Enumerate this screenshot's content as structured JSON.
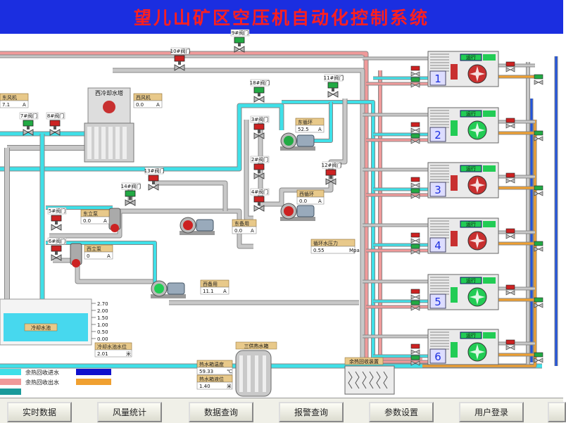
{
  "title": "望儿山矿区空压机自动化控制系统",
  "colors": {
    "cold_pipe": "#3fe0e8",
    "hot_pipe": "#f09a9a",
    "grey_pipe": "#c8c8c8",
    "blue_pipe": "#2255dd",
    "orange_pipe": "#f0a030",
    "valve_red": "#cc2222",
    "valve_green": "#22aa44",
    "fan_red": "#c83030",
    "fan_green": "#22cc55"
  },
  "valves": [
    {
      "label": "9#阀门",
      "state": "green"
    },
    {
      "label": "10#阀门",
      "state": "red"
    },
    {
      "label": "7#阀门",
      "state": "green"
    },
    {
      "label": "8#阀门",
      "state": "red"
    },
    {
      "label": "18#阀门",
      "state": "green"
    },
    {
      "label": "11#阀门",
      "state": "green"
    },
    {
      "label": "3#阀门",
      "state": "red"
    },
    {
      "label": "2#阀门",
      "state": "red"
    },
    {
      "label": "4#阀门",
      "state": "red"
    },
    {
      "label": "12#阀门",
      "state": "red"
    },
    {
      "label": "13#阀门",
      "state": "red"
    },
    {
      "label": "14#阀门",
      "state": "green"
    },
    {
      "label": "5#阀门",
      "state": "red"
    },
    {
      "label": "6#阀门",
      "state": "red"
    }
  ],
  "tower": {
    "label": "西冷却水塔"
  },
  "fans": [
    {
      "label": "东风机",
      "value": "7.1",
      "unit": "A"
    },
    {
      "label": "西风机",
      "value": "0.0",
      "unit": "A"
    }
  ],
  "pumps": [
    {
      "label": "东循环",
      "value": "52.5",
      "unit": "A"
    },
    {
      "label": "西循环",
      "value": "0.0",
      "unit": "A"
    },
    {
      "label": "东立泵",
      "value": "0.0",
      "unit": "A"
    },
    {
      "label": "西立泵",
      "value": "0",
      "unit": "A"
    },
    {
      "label": "东备用",
      "value": "0.0",
      "unit": "A"
    },
    {
      "label": "西备用",
      "value": "11.1",
      "unit": "A"
    }
  ],
  "pressure": {
    "label": "循环水压力",
    "value": "0.55",
    "unit": "Mpa"
  },
  "pool": {
    "label": "冷却水池",
    "scale": [
      "2.70",
      "2.00",
      "1.50",
      "1.00",
      "0.50",
      "0.00"
    ],
    "level_label": "冷却水池水位",
    "level_value": "2.01",
    "level_unit": "米"
  },
  "heat_tank": {
    "label": "三供热水箱",
    "temp_label": "热水箱温度",
    "temp_value": "59.33",
    "temp_unit": "℃",
    "level_label": "热水箱液位",
    "level_value": "1.40",
    "level_unit": "米"
  },
  "heat_recovery": {
    "label": "余热回收装置"
  },
  "legend": [
    {
      "text": "余热回收进水",
      "color_a": "#3fe0e8",
      "color_b": "#1010cc"
    },
    {
      "text": "余热回收出水",
      "color_a": "#f09a9a",
      "color_b": "#f0a030"
    }
  ],
  "compressors": [
    {
      "number": "1",
      "status": "运行",
      "fan": "red",
      "bar": "red"
    },
    {
      "number": "2",
      "status": "运行",
      "fan": "green",
      "bar": "green"
    },
    {
      "number": "3",
      "status": "运行",
      "fan": "red",
      "bar": "red"
    },
    {
      "number": "4",
      "status": "运行",
      "fan": "red",
      "bar": "red"
    },
    {
      "number": "5",
      "status": "运行",
      "fan": "green",
      "bar": "green"
    },
    {
      "number": "6",
      "status": "运行",
      "fan": "green",
      "bar": "green"
    }
  ],
  "nav": [
    {
      "label": "实时数据"
    },
    {
      "label": "风量统计"
    },
    {
      "label": "数据查询"
    },
    {
      "label": "报警查询"
    },
    {
      "label": "参数设置"
    },
    {
      "label": "用户登录"
    },
    {
      "label": ""
    }
  ]
}
